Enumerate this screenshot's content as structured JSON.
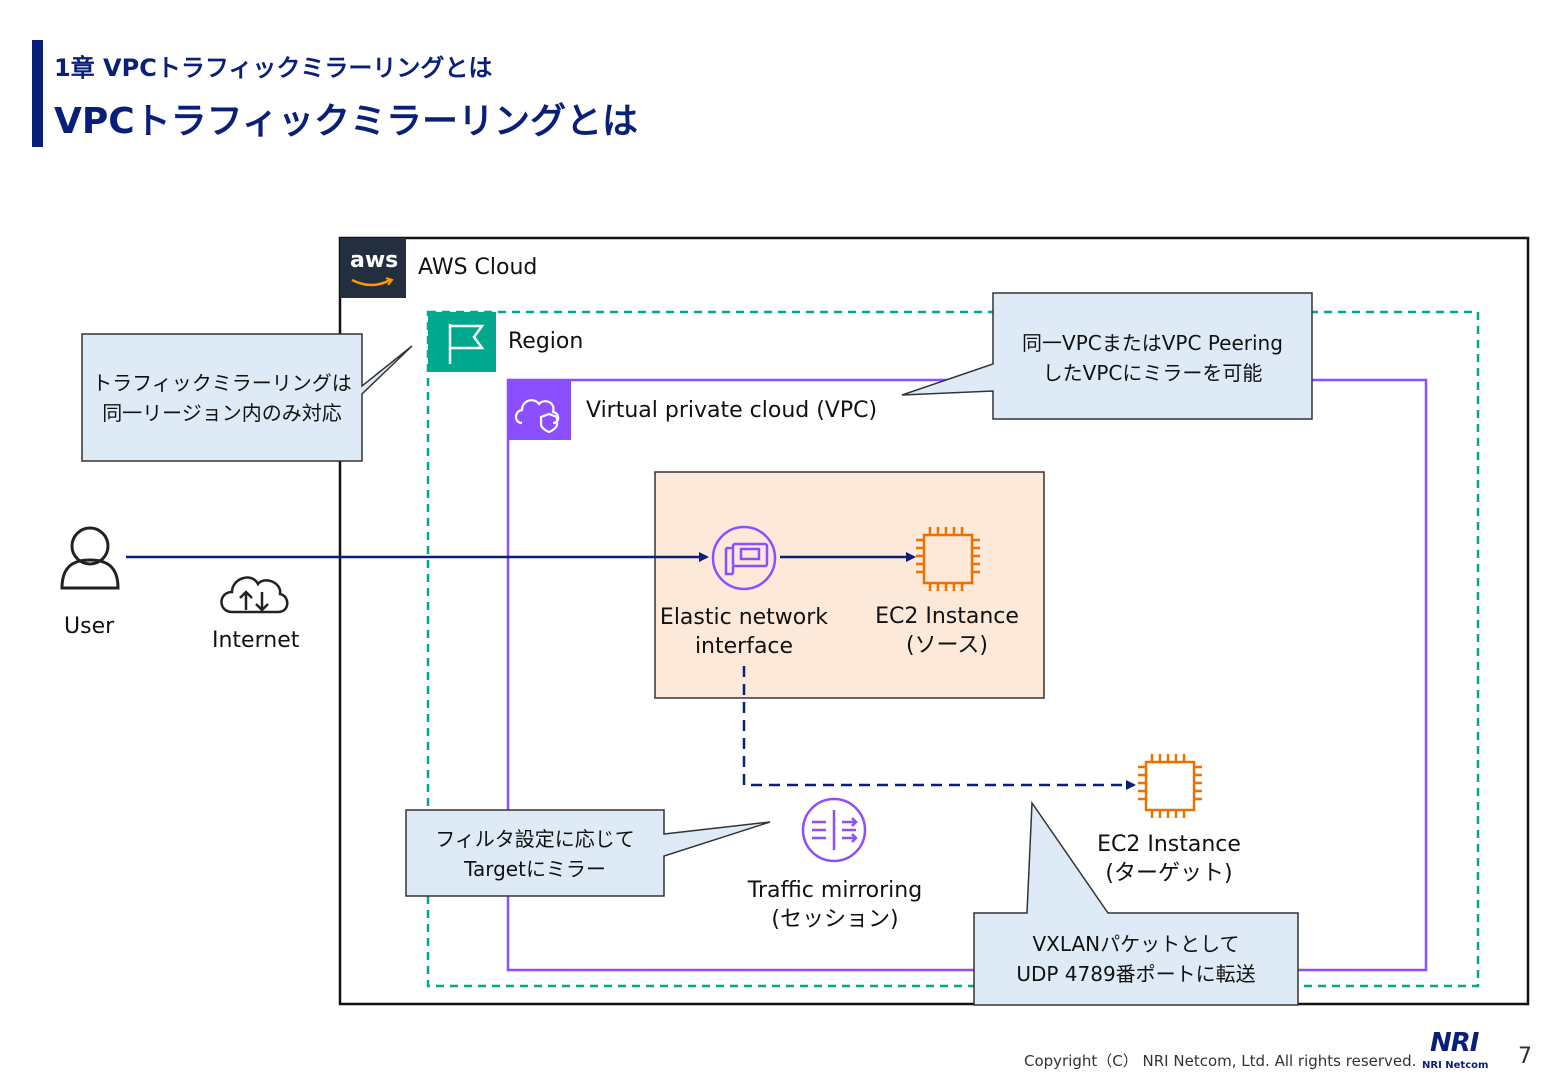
{
  "header": {
    "chapter": "1章 VPCトラフィックミラーリングとは",
    "title": "VPCトラフィックミラーリングとは"
  },
  "diagram": {
    "aws_cloud": {
      "label": "AWS Cloud",
      "logo_text": "aws"
    },
    "region": {
      "label": "Region"
    },
    "vpc": {
      "label": "Virtual private cloud (VPC)"
    },
    "user": {
      "label": "User"
    },
    "internet": {
      "label": "Internet"
    },
    "eni": {
      "label_line1": "Elastic network",
      "label_line2": "interface"
    },
    "ec2_source": {
      "label_line1": "EC2 Instance",
      "label_line2": "(ソース)"
    },
    "ec2_target": {
      "label_line1": "EC2 Instance",
      "label_line2": "(ターゲット)"
    },
    "traffic_mirroring": {
      "label_line1": "Traffic mirroring",
      "label_line2": "(セッション)"
    },
    "callouts": {
      "region_note": {
        "line1": "トラフィックミラーリングは",
        "line2": "同一リージョン内のみ対応"
      },
      "vpc_note": {
        "line1": "同一VPCまたはVPC Peering",
        "line2": "したVPCにミラーを可能"
      },
      "filter_note": {
        "line1": "フィルタ設定に応じて",
        "line2": "Targetにミラー"
      },
      "vxlan_note": {
        "line1": "VXLANパケットとして",
        "line2": "UDP 4789番ポートに転送"
      }
    },
    "colors": {
      "navy": "#0a1f78",
      "region_teal": "#01a88d",
      "vpc_purple": "#8c4fff",
      "ec2_orange": "#ed7100",
      "callout_fill": "#deebf7",
      "subnet_fill": "#fce9d9"
    }
  },
  "footer": {
    "copyright": "Copyright（C） NRI Netcom, Ltd. All rights reserved.",
    "logo_big": "NRI",
    "logo_small": "NRI Netcom",
    "page_number": "7"
  }
}
